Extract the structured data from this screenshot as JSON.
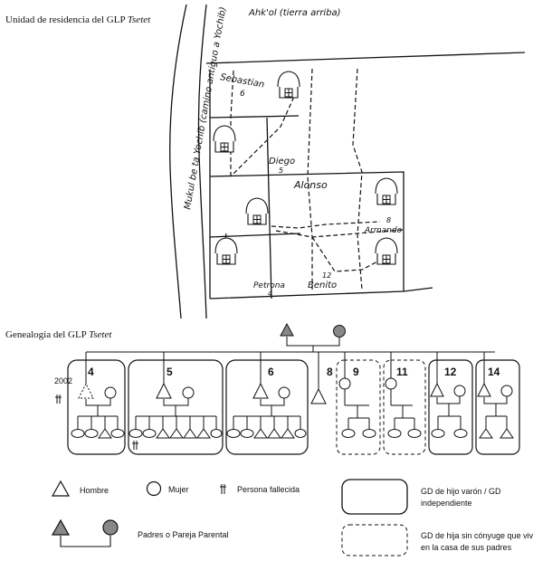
{
  "map": {
    "title_prefix": "Unidad de residencia del GLP ",
    "title_name": "Tsetet",
    "top_label": "Ahk'ol (tierra arriba)",
    "road_label": "Mukul be ta Yochib (camino antiguo a Yochib)",
    "names": {
      "sebastian": "Sebastian",
      "sebastian_num": "6",
      "diego": "Diego",
      "diego_num": "5",
      "alonso": "Alonso",
      "armando": "Armando",
      "armando_num": "8",
      "petrona": "Petrona",
      "petrona_num": "4",
      "benito": "Benito",
      "benito_num": "12"
    }
  },
  "genealogy": {
    "title_prefix": "Genealogía del GLP ",
    "title_name": "Tsetet",
    "year": "2002",
    "groups": [
      "4",
      "5",
      "6",
      "8",
      "9",
      "11",
      "12",
      "14"
    ]
  },
  "legend": {
    "hombre": "Hombre",
    "mujer": "Mujer",
    "fallecida": "Persona fallecida",
    "padres": "Padres o Pareja Parental",
    "gd_solid_1": "GD de hijo varón / GD",
    "gd_solid_2": "independiente",
    "gd_dashed_1": "GD de hija sin cónyuge que vive",
    "gd_dashed_2": "en la casa de sus padres"
  },
  "colors": {
    "parent_fill": "#888888",
    "line": "#111111"
  }
}
